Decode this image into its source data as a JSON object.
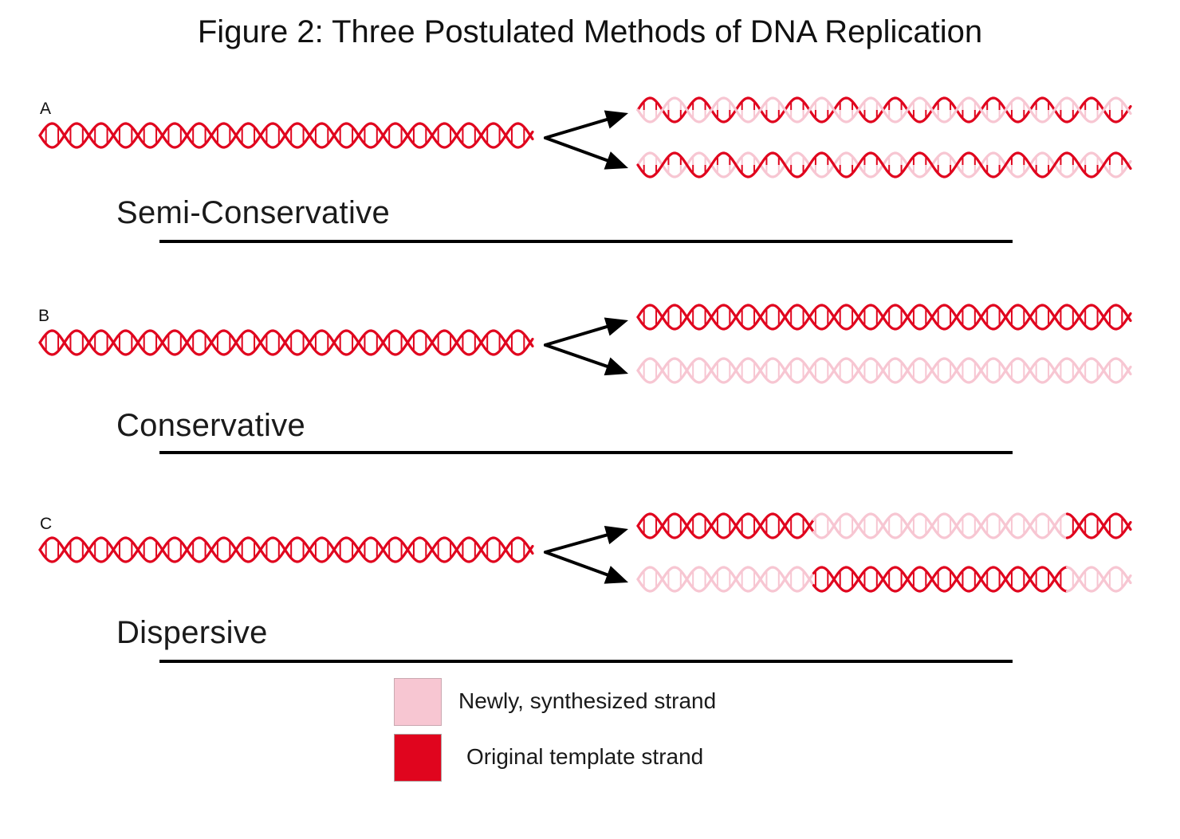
{
  "title": "Figure 2: Three Postulated Methods of DNA Replication",
  "colors": {
    "original_strand": "#e0051e",
    "new_strand": "#f7c6d2",
    "arrow": "#000000",
    "rule": "#000000"
  },
  "panels": [
    {
      "letter": "A",
      "method": "Semi-Conservative",
      "daughters": [
        {
          "mode": "half",
          "top_strand": "original",
          "bottom_strand": "new"
        },
        {
          "mode": "half",
          "top_strand": "new",
          "bottom_strand": "original"
        }
      ]
    },
    {
      "letter": "B",
      "method": "Conservative",
      "daughters": [
        {
          "mode": "whole",
          "strand": "original"
        },
        {
          "mode": "whole",
          "strand": "new"
        }
      ]
    },
    {
      "letter": "C",
      "method": "Dispersive",
      "daughters": [
        {
          "mode": "segments",
          "segments": [
            "original",
            "new",
            "original"
          ]
        },
        {
          "mode": "segments",
          "segments": [
            "new",
            "original",
            "new"
          ]
        }
      ]
    }
  ],
  "legend": [
    {
      "label": "Newly, synthesized strand",
      "swatch": "new_strand"
    },
    {
      "label": "Original template strand",
      "swatch": "original_strand"
    }
  ]
}
